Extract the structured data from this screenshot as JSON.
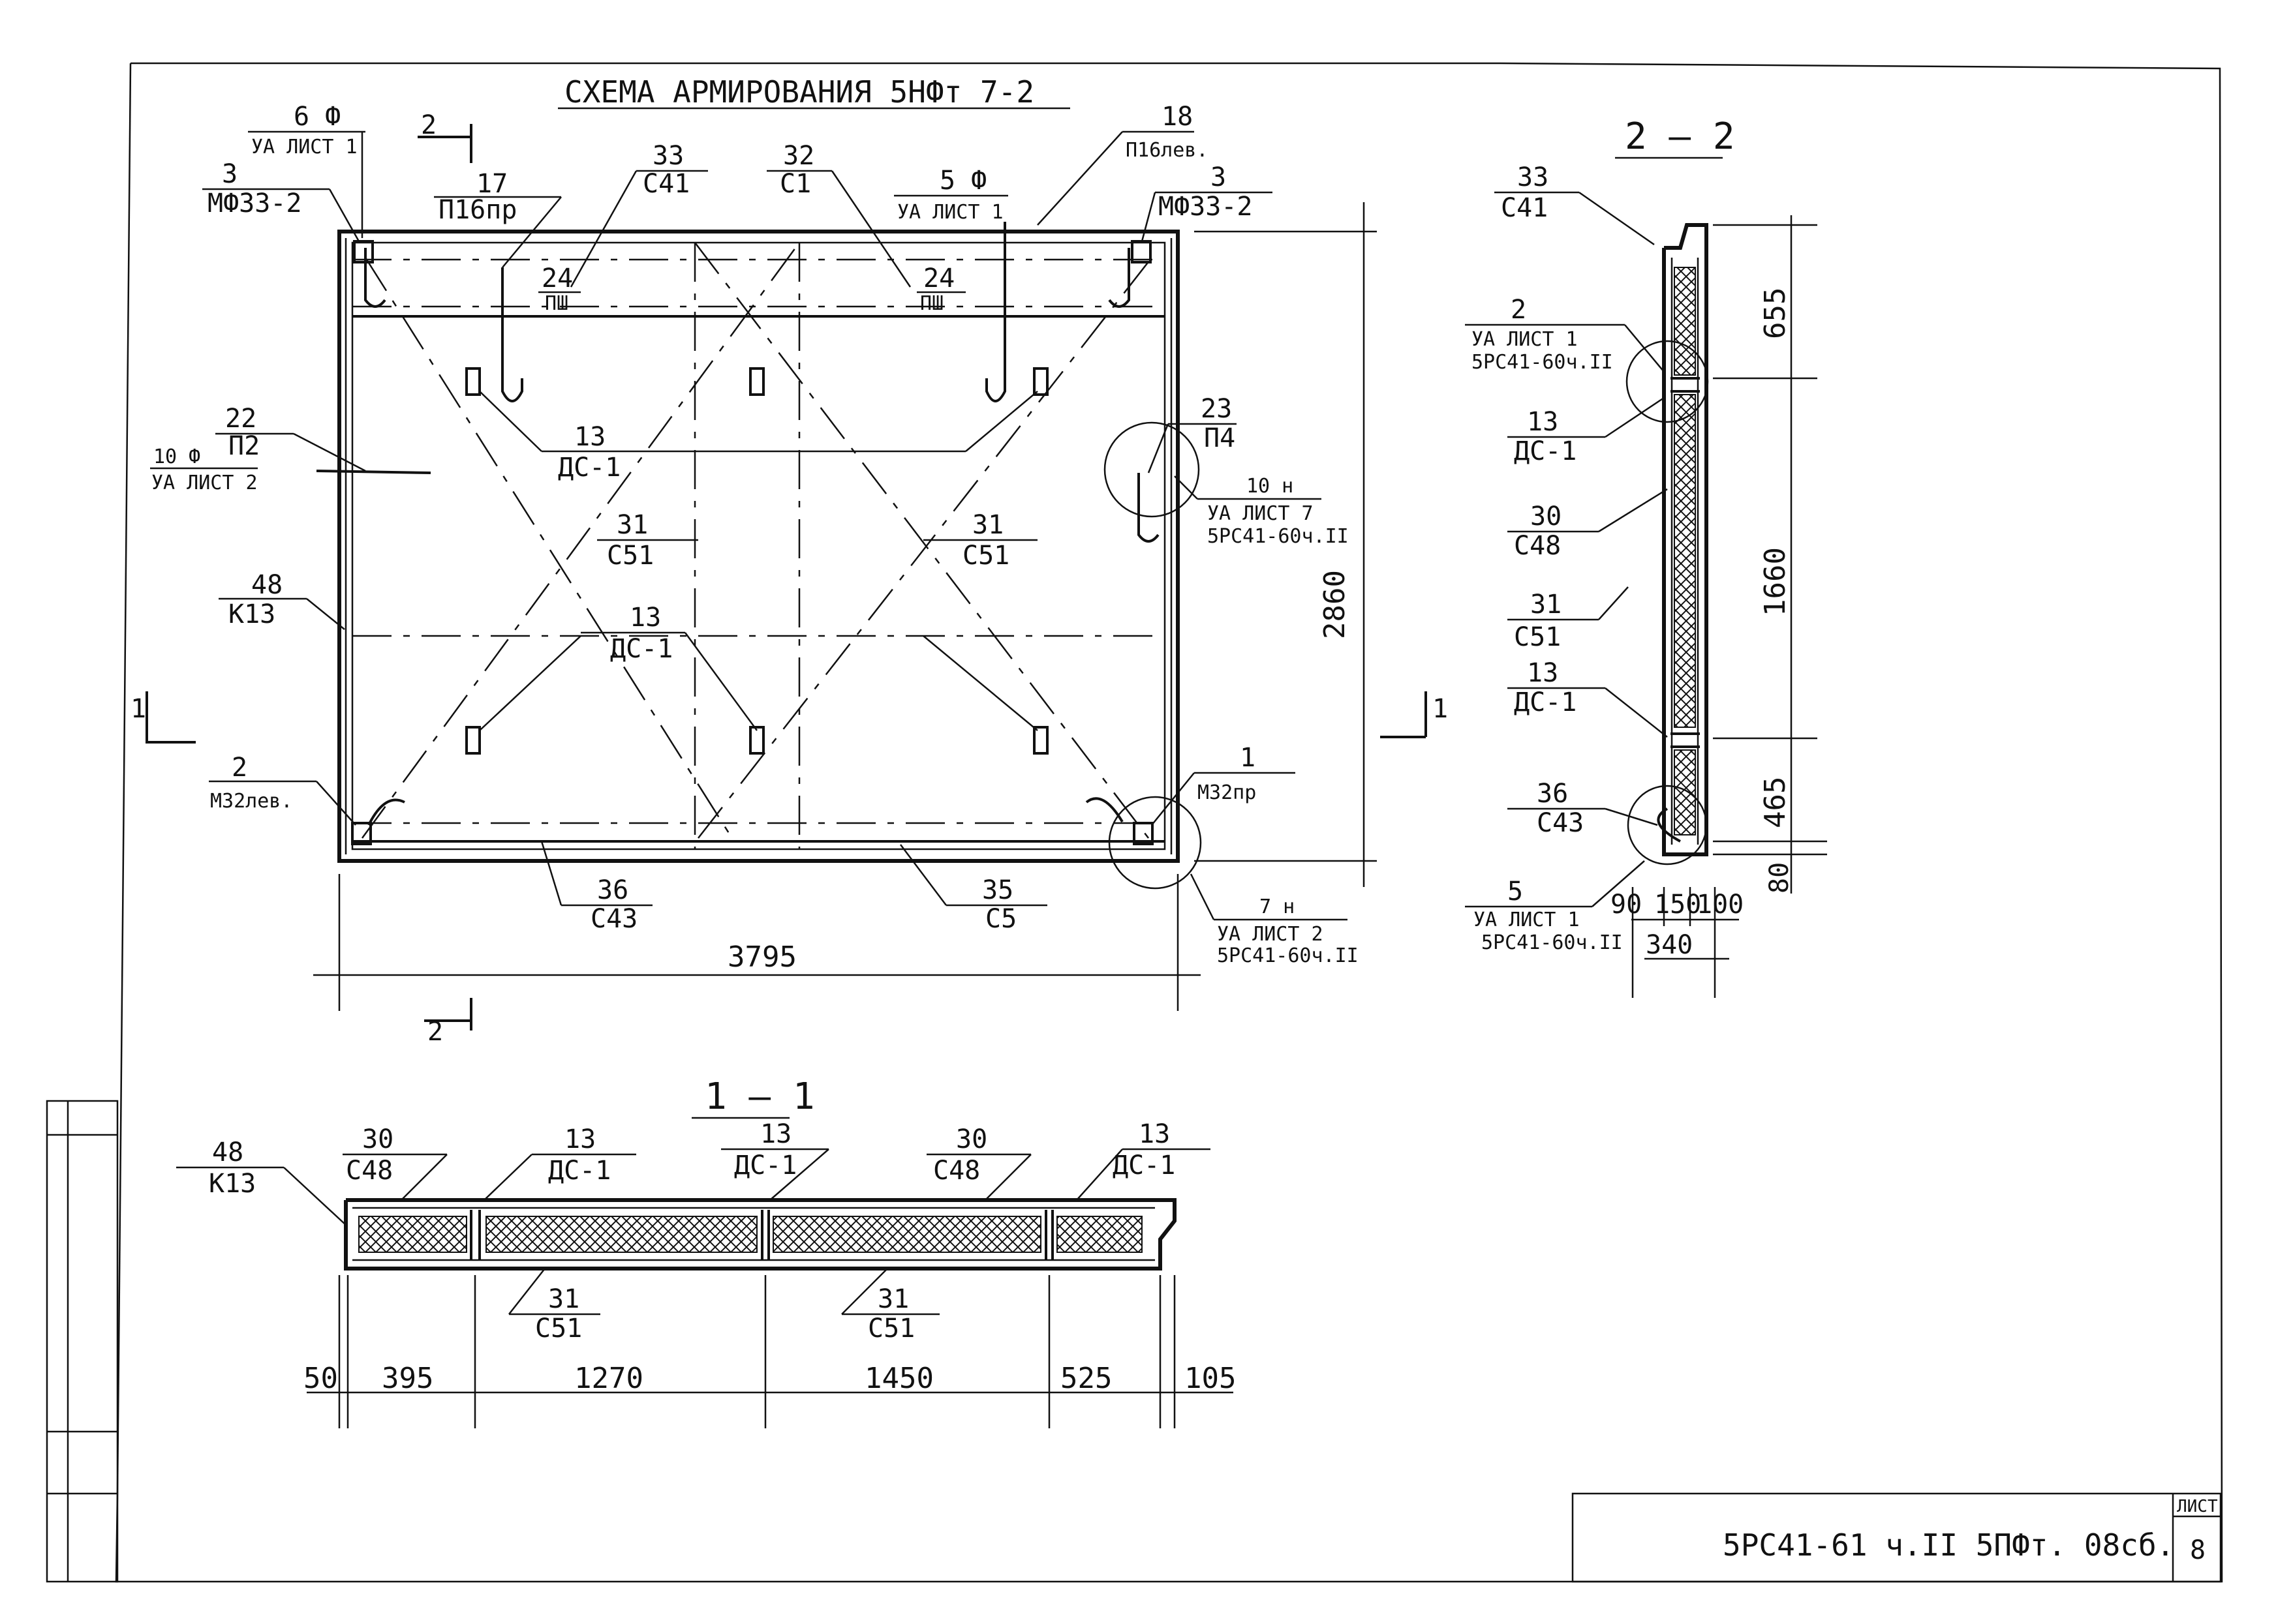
{
  "title": "СХЕМА АРМИРОВАНИЯ 5НФт 7-2",
  "sheet": {
    "label": "ЛИСТ",
    "number": "8"
  },
  "document_code": "5РС41-61 ч.II 5ПФт. 08сб.",
  "sections": {
    "sec_2_2": "2 – 2",
    "sec_1_1": "1 – 1",
    "cut_mark_2": "2",
    "cut_mark_1": "1"
  },
  "dimensions": {
    "width_main": "3795",
    "height_main": "2860",
    "s22_655": "655",
    "s22_1660": "1660",
    "s22_465": "465",
    "s22_80": "80",
    "s22_90": "90",
    "s22_150": "150",
    "s22_100": "100",
    "s22_340": "340",
    "s11_50": "50",
    "s11_395": "395",
    "s11_1270": "1270",
    "s11_1450": "1450",
    "s11_525": "525",
    "s11_105": "105"
  },
  "callouts": {
    "c6f": {
      "num": "6 Ф",
      "ref": "УА ЛИСТ 1"
    },
    "c3l": {
      "num": "3",
      "ref": "МФ33-2"
    },
    "c17": {
      "num": "17",
      "ref": "П16пр"
    },
    "c33": {
      "num": "33",
      "ref": "С41"
    },
    "c32": {
      "num": "32",
      "ref": "С1"
    },
    "c5f": {
      "num": "5 Ф",
      "ref": "УА ЛИСТ 1"
    },
    "c18": {
      "num": "18",
      "ref": "П16лев."
    },
    "c3r": {
      "num": "3",
      "ref": "МФ33-2"
    },
    "c24a": {
      "num": "24",
      "ref": "ПШ"
    },
    "c24b": {
      "num": "24",
      "ref": "ПШ"
    },
    "c22": {
      "num": "22",
      "ref": "П2"
    },
    "c10f": {
      "num": "10 Ф",
      "ref": "УА ЛИСТ 2"
    },
    "c13a": {
      "num": "13",
      "ref": "ДС-1"
    },
    "c23": {
      "num": "23",
      "ref": "П4"
    },
    "c10n": {
      "num": "10 н",
      "ref": "УА ЛИСТ 7",
      "ref2": "5РС41-60ч.II"
    },
    "c31a": {
      "num": "31",
      "ref": "С51"
    },
    "c31b": {
      "num": "31",
      "ref": "С51"
    },
    "c48": {
      "num": "48",
      "ref": "К13"
    },
    "c13b": {
      "num": "13",
      "ref": "ДС-1"
    },
    "c2": {
      "num": "2",
      "ref": "М32лев."
    },
    "c1": {
      "num": "1",
      "ref": "М32пр"
    },
    "c36": {
      "num": "36",
      "ref": "С43"
    },
    "c35": {
      "num": "35",
      "ref": "С5"
    },
    "c7n": {
      "num": "7 н",
      "ref": "УА ЛИСТ 2",
      "ref2": "5РС41-60ч.II"
    },
    "r33": {
      "num": "33",
      "ref": "С41"
    },
    "r2": {
      "num": "2",
      "ref": "УА ЛИСТ 1",
      "ref2": "5РС41-60ч.II"
    },
    "r13a": {
      "num": "13",
      "ref": "ДС-1"
    },
    "r30": {
      "num": "30",
      "ref": "С48"
    },
    "r31": {
      "num": "31",
      "ref": "С51"
    },
    "r13b": {
      "num": "13",
      "ref": "ДС-1"
    },
    "r36": {
      "num": "36",
      "ref": "С43"
    },
    "r5": {
      "num": "5",
      "ref": "УА ЛИСТ 1",
      "ref2": "5РС41-60ч.II"
    },
    "b48": {
      "num": "48",
      "ref": "К13"
    },
    "b30a": {
      "num": "30",
      "ref": "С48"
    },
    "b13a": {
      "num": "13",
      "ref": "ДС-1"
    },
    "b13b": {
      "num": "13",
      "ref": "ДС-1"
    },
    "b30b": {
      "num": "30",
      "ref": "С48"
    },
    "b13c": {
      "num": "13",
      "ref": "ДС-1"
    },
    "b31a": {
      "num": "31",
      "ref": "С51"
    },
    "b31b": {
      "num": "31",
      "ref": "С51"
    }
  },
  "colors": {
    "ink": "#111111",
    "paper": "#ffffff"
  }
}
